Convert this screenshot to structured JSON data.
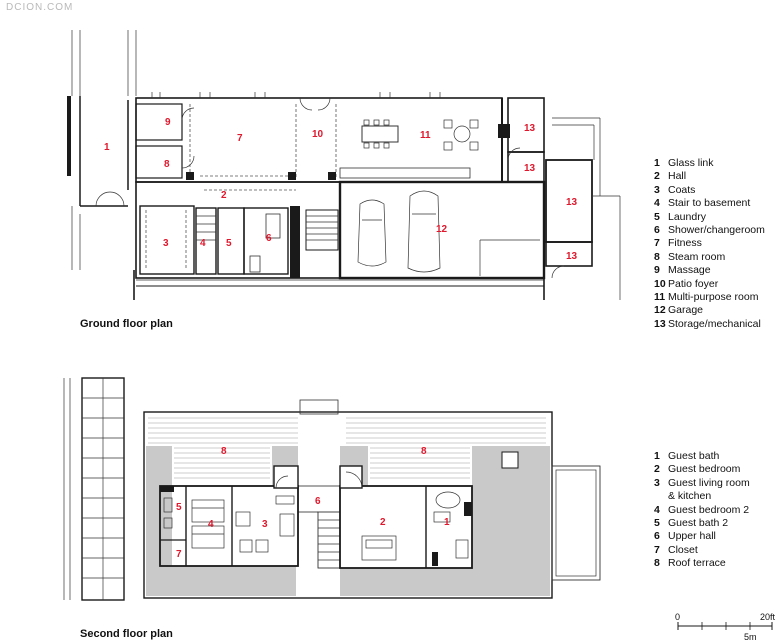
{
  "watermark": "DCION.COM",
  "ground": {
    "title": "Ground floor plan",
    "legend": [
      {
        "n": "1",
        "label": "Glass link"
      },
      {
        "n": "2",
        "label": "Hall"
      },
      {
        "n": "3",
        "label": "Coats"
      },
      {
        "n": "4",
        "label": "Stair to basement"
      },
      {
        "n": "5",
        "label": "Laundry"
      },
      {
        "n": "6",
        "label": "Shower/changeroom"
      },
      {
        "n": "7",
        "label": "Fitness"
      },
      {
        "n": "8",
        "label": "Steam room"
      },
      {
        "n": "9",
        "label": "Massage"
      },
      {
        "n": "10",
        "label": "Patio foyer"
      },
      {
        "n": "11",
        "label": "Multi-purpose room"
      },
      {
        "n": "12",
        "label": "Garage"
      },
      {
        "n": "13",
        "label": "Storage/mechanical"
      }
    ],
    "rooms": [
      "1",
      "2",
      "3",
      "4",
      "5",
      "6",
      "7",
      "8",
      "9",
      "10",
      "11",
      "12",
      "13",
      "13",
      "13",
      "13"
    ]
  },
  "second": {
    "title": "Second floor plan",
    "legend": [
      {
        "n": "1",
        "label": "Guest bath"
      },
      {
        "n": "2",
        "label": "Guest bedroom"
      },
      {
        "n": "3",
        "label": "Guest living room"
      },
      {
        "n": "",
        "label": "& kitchen"
      },
      {
        "n": "4",
        "label": "Guest bedroom 2"
      },
      {
        "n": "5",
        "label": "Guest bath 2"
      },
      {
        "n": "6",
        "label": "Upper hall"
      },
      {
        "n": "7",
        "label": "Closet"
      },
      {
        "n": "8",
        "label": "Roof terrace"
      }
    ],
    "rooms": [
      "1",
      "2",
      "3",
      "4",
      "5",
      "6",
      "7",
      "8",
      "8"
    ]
  },
  "scale": {
    "left": "0",
    "right": "20ft",
    "bottom": "5m"
  },
  "colors": {
    "room_number": "#e0182d",
    "wall": "#1a1a1a",
    "roof_gray": "#c9c9c9"
  }
}
